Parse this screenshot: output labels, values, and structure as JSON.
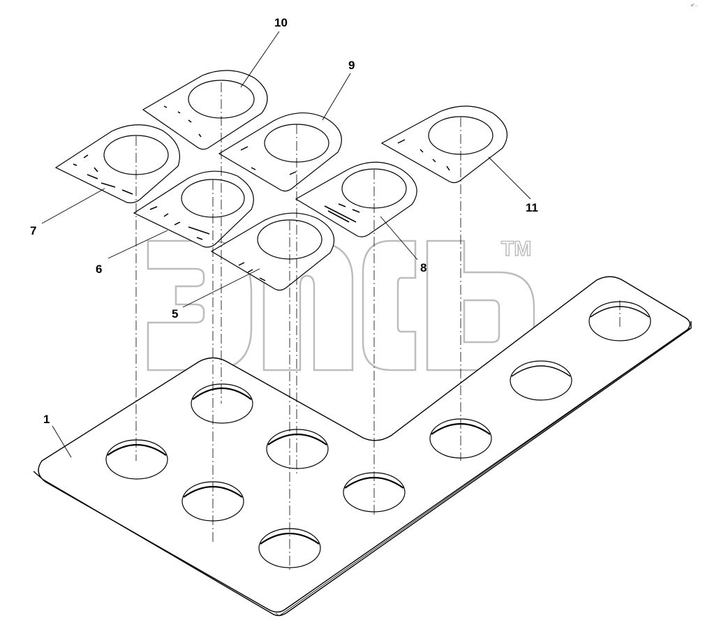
{
  "diagram": {
    "callouts": [
      "10",
      "9",
      "11",
      "7",
      "6",
      "8",
      "5",
      "1"
    ],
    "watermark": {
      "trademark": "TM"
    },
    "corner_mark": "a° ..."
  },
  "colors": {
    "line": "#000000",
    "watermark_outline": "#bdbdbd",
    "background": "#ffffff"
  }
}
